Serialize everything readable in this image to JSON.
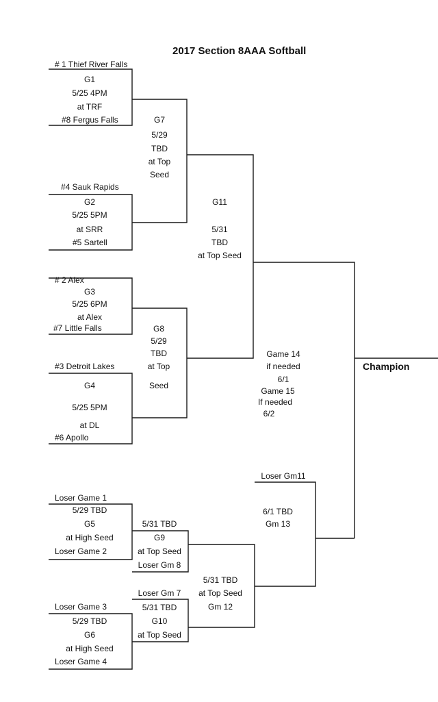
{
  "title": "2017 Section 8AAA Softball",
  "champion_label": "Champion",
  "first_round": [
    {
      "top_team": "# 1  Thief River Falls",
      "game": "G1",
      "date": "5/25  4PM",
      "site": "at TRF",
      "bottom_team": "#8 Fergus Falls"
    },
    {
      "top_team": "#4 Sauk Rapids",
      "game": "G2",
      "date": "5/25  5PM",
      "site": "at SRR",
      "bottom_team": "#5 Sartell"
    },
    {
      "top_team": "# 2 Alex",
      "game": "G3",
      "date": "5/25  6PM",
      "site": "at Alex",
      "bottom_team": "#7 Little Falls"
    },
    {
      "top_team": "#3 Detroit Lakes",
      "game": "G4",
      "date": "5/25  5PM",
      "site": "at DL",
      "bottom_team": "#6 Apollo"
    }
  ],
  "g7": {
    "game": "G7",
    "date": "5/29",
    "time": "TBD",
    "site1": "at Top",
    "site2": "Seed"
  },
  "g8": {
    "game": "G8",
    "date": "5/29",
    "time": "TBD",
    "site1": "at Top",
    "site2": "Seed"
  },
  "g11": {
    "game": "G11",
    "date": "5/31",
    "time": "TBD",
    "site": "at Top Seed"
  },
  "final": {
    "g14_label": "Game 14",
    "g14_needed": "if needed",
    "g14_date": "6/1",
    "g15_label": "Game 15",
    "g15_needed": "If needed",
    "g15_date": "6/2"
  },
  "g5": {
    "top": "Loser Game 1",
    "date": "5/29   TBD",
    "game": "G5",
    "site": "at High Seed",
    "bottom": "Loser Game 2"
  },
  "g6": {
    "top": "Loser Game 3",
    "date": "5/29  TBD",
    "game": "G6",
    "site": "at High Seed",
    "bottom": "Loser Game 4"
  },
  "g9": {
    "date": "5/31  TBD",
    "game": "G9",
    "site": "at Top Seed",
    "bottom": "Loser Gm 8"
  },
  "g10": {
    "top": "Loser Gm 7",
    "date": "5/31  TBD",
    "game": "G10",
    "site": "at Top Seed"
  },
  "g12": {
    "date": "5/31  TBD",
    "site": "at Top Seed",
    "game": "Gm 12"
  },
  "g13": {
    "top": "Loser Gm11",
    "date": "6/1  TBD",
    "game": "Gm 13"
  }
}
